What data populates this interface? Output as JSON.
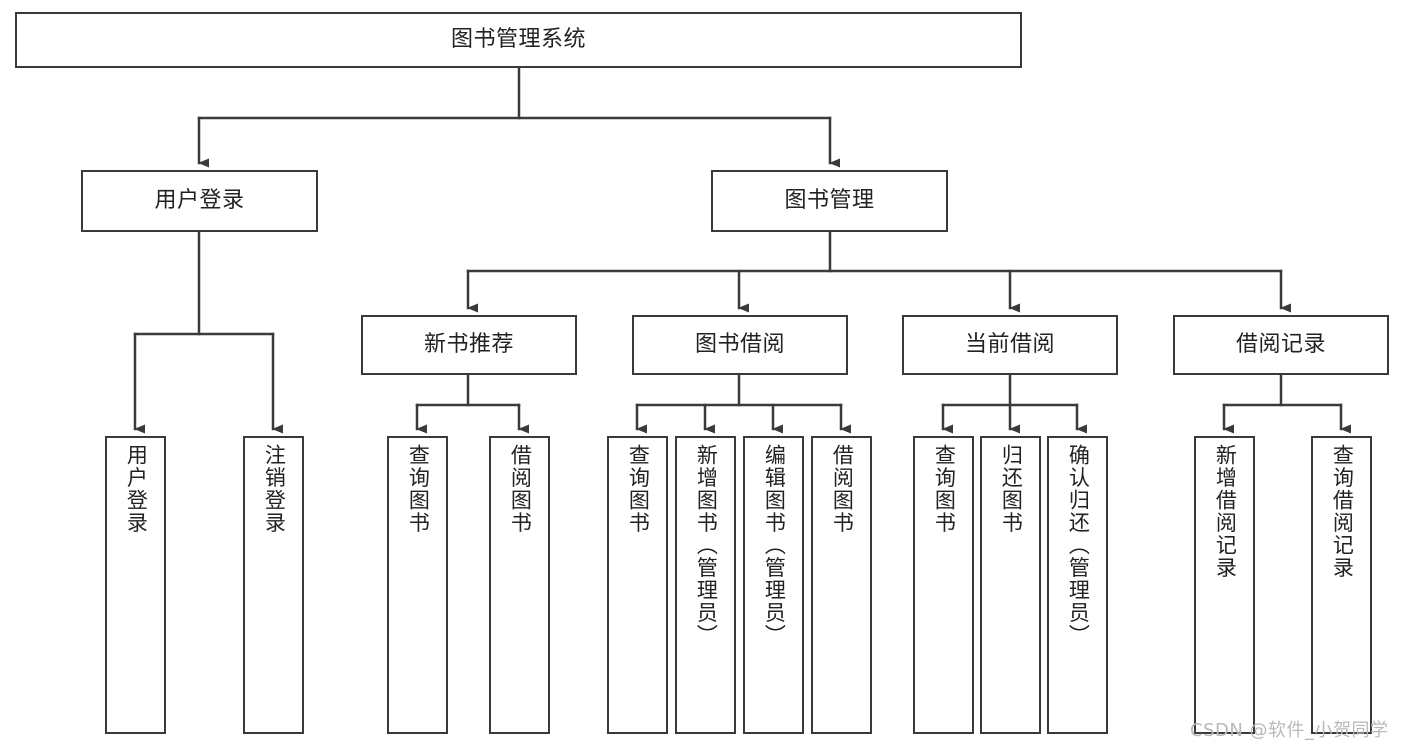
{
  "diagram": {
    "title": "图书管理系统",
    "type": "tree-hierarchy-chart",
    "root": {
      "id": "root",
      "label": "图书管理系统"
    },
    "level2": [
      {
        "id": "user-login",
        "label": "用户登录"
      },
      {
        "id": "book-manage",
        "label": "图书管理"
      }
    ],
    "level3": [
      {
        "id": "new-book-rec",
        "label": "新书推荐",
        "parent": "book-manage"
      },
      {
        "id": "book-borrow",
        "label": "图书借阅",
        "parent": "book-manage"
      },
      {
        "id": "current-borrow",
        "label": "当前借阅",
        "parent": "book-manage"
      },
      {
        "id": "borrow-record",
        "label": "借阅记录",
        "parent": "book-manage"
      }
    ],
    "leaves": [
      {
        "id": "leaf-user-login",
        "label": "用户登录",
        "parent": "user-login"
      },
      {
        "id": "leaf-logout",
        "label": "注销登录",
        "parent": "user-login"
      },
      {
        "id": "leaf-query-book-1",
        "label": "查询图书",
        "parent": "new-book-rec"
      },
      {
        "id": "leaf-borrow-book-1",
        "label": "借阅图书",
        "parent": "new-book-rec"
      },
      {
        "id": "leaf-query-book-2",
        "label": "查询图书",
        "parent": "book-borrow"
      },
      {
        "id": "leaf-add-book",
        "label": "新增图书（管理员）",
        "parent": "book-borrow"
      },
      {
        "id": "leaf-edit-book",
        "label": "编辑图书（管理员）",
        "parent": "book-borrow"
      },
      {
        "id": "leaf-borrow-book-2",
        "label": "借阅图书",
        "parent": "book-borrow"
      },
      {
        "id": "leaf-query-book-3",
        "label": "查询图书",
        "parent": "current-borrow"
      },
      {
        "id": "leaf-return-book",
        "label": "归还图书",
        "parent": "current-borrow"
      },
      {
        "id": "leaf-confirm-return",
        "label": "确认归还（管理员）",
        "parent": "current-borrow"
      },
      {
        "id": "leaf-add-record",
        "label": "新增借阅记录",
        "parent": "borrow-record"
      },
      {
        "id": "leaf-query-record",
        "label": "查询借阅记录",
        "parent": "borrow-record"
      }
    ],
    "watermark": "CSDN @软件_小贺同学",
    "colors": {
      "border": "#3a3a3a",
      "text": "#222222",
      "background": "#ffffff",
      "watermark": "#b9b9b9"
    }
  }
}
